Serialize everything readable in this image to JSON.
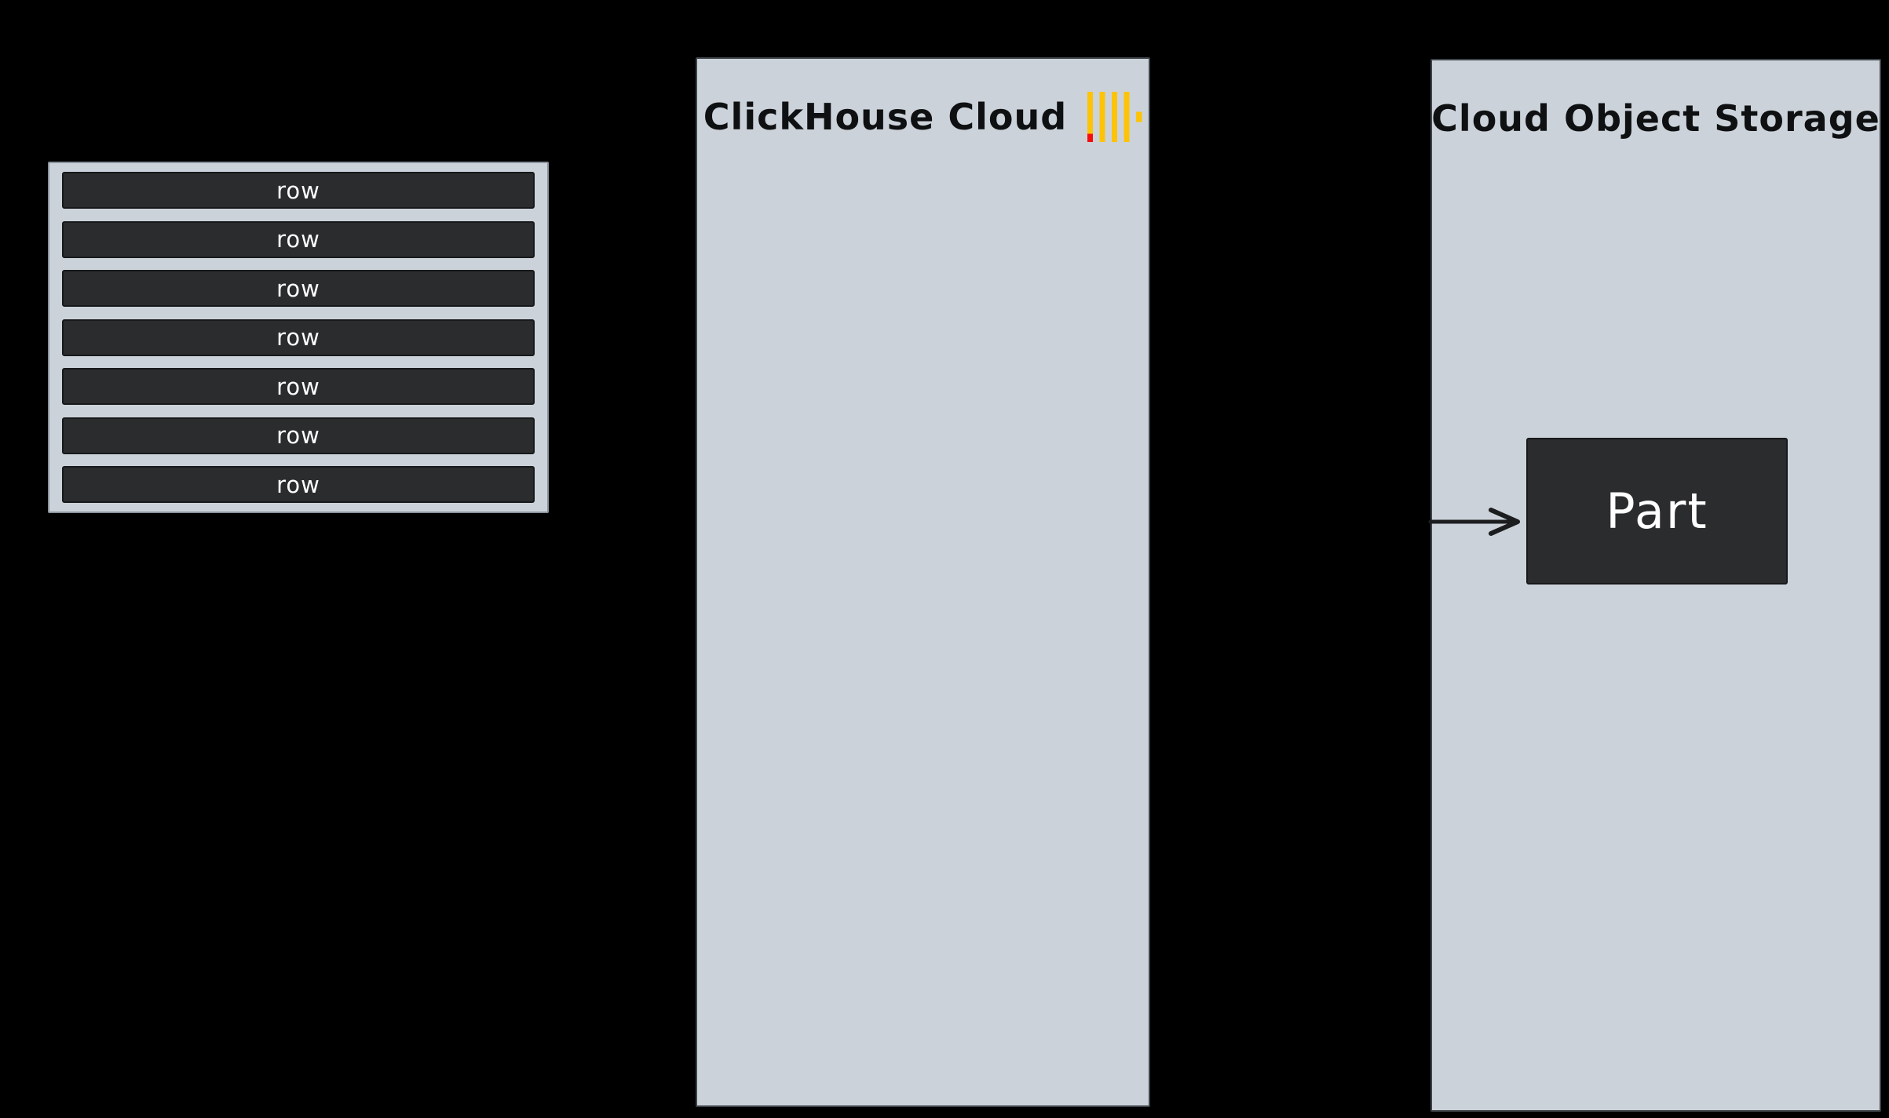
{
  "diagram": {
    "background": "#000000",
    "row_table": {
      "row_labels": [
        "row",
        "row",
        "row",
        "row",
        "row",
        "row",
        "row"
      ]
    },
    "clickhouse_panel": {
      "title": "ClickHouse Cloud",
      "logo_icon": "clickhouse-bars-logo"
    },
    "storage_panel": {
      "title": "Cloud Object Storage",
      "part_label": "Part",
      "arrow_icon": "arrow-right"
    },
    "colors": {
      "background": "#000000",
      "panel_fill": "#CCD2D9",
      "panel_border": "#3E444A",
      "table_border": "#8A929B",
      "box_fill": "#2A2C2E",
      "box_border": "#17191B",
      "title_text": "#0E1012",
      "box_text": "#FFFFFF",
      "logo_yellow": "#FDC307",
      "logo_red": "#F60C0C",
      "arrow": "#1B1D1F"
    }
  }
}
